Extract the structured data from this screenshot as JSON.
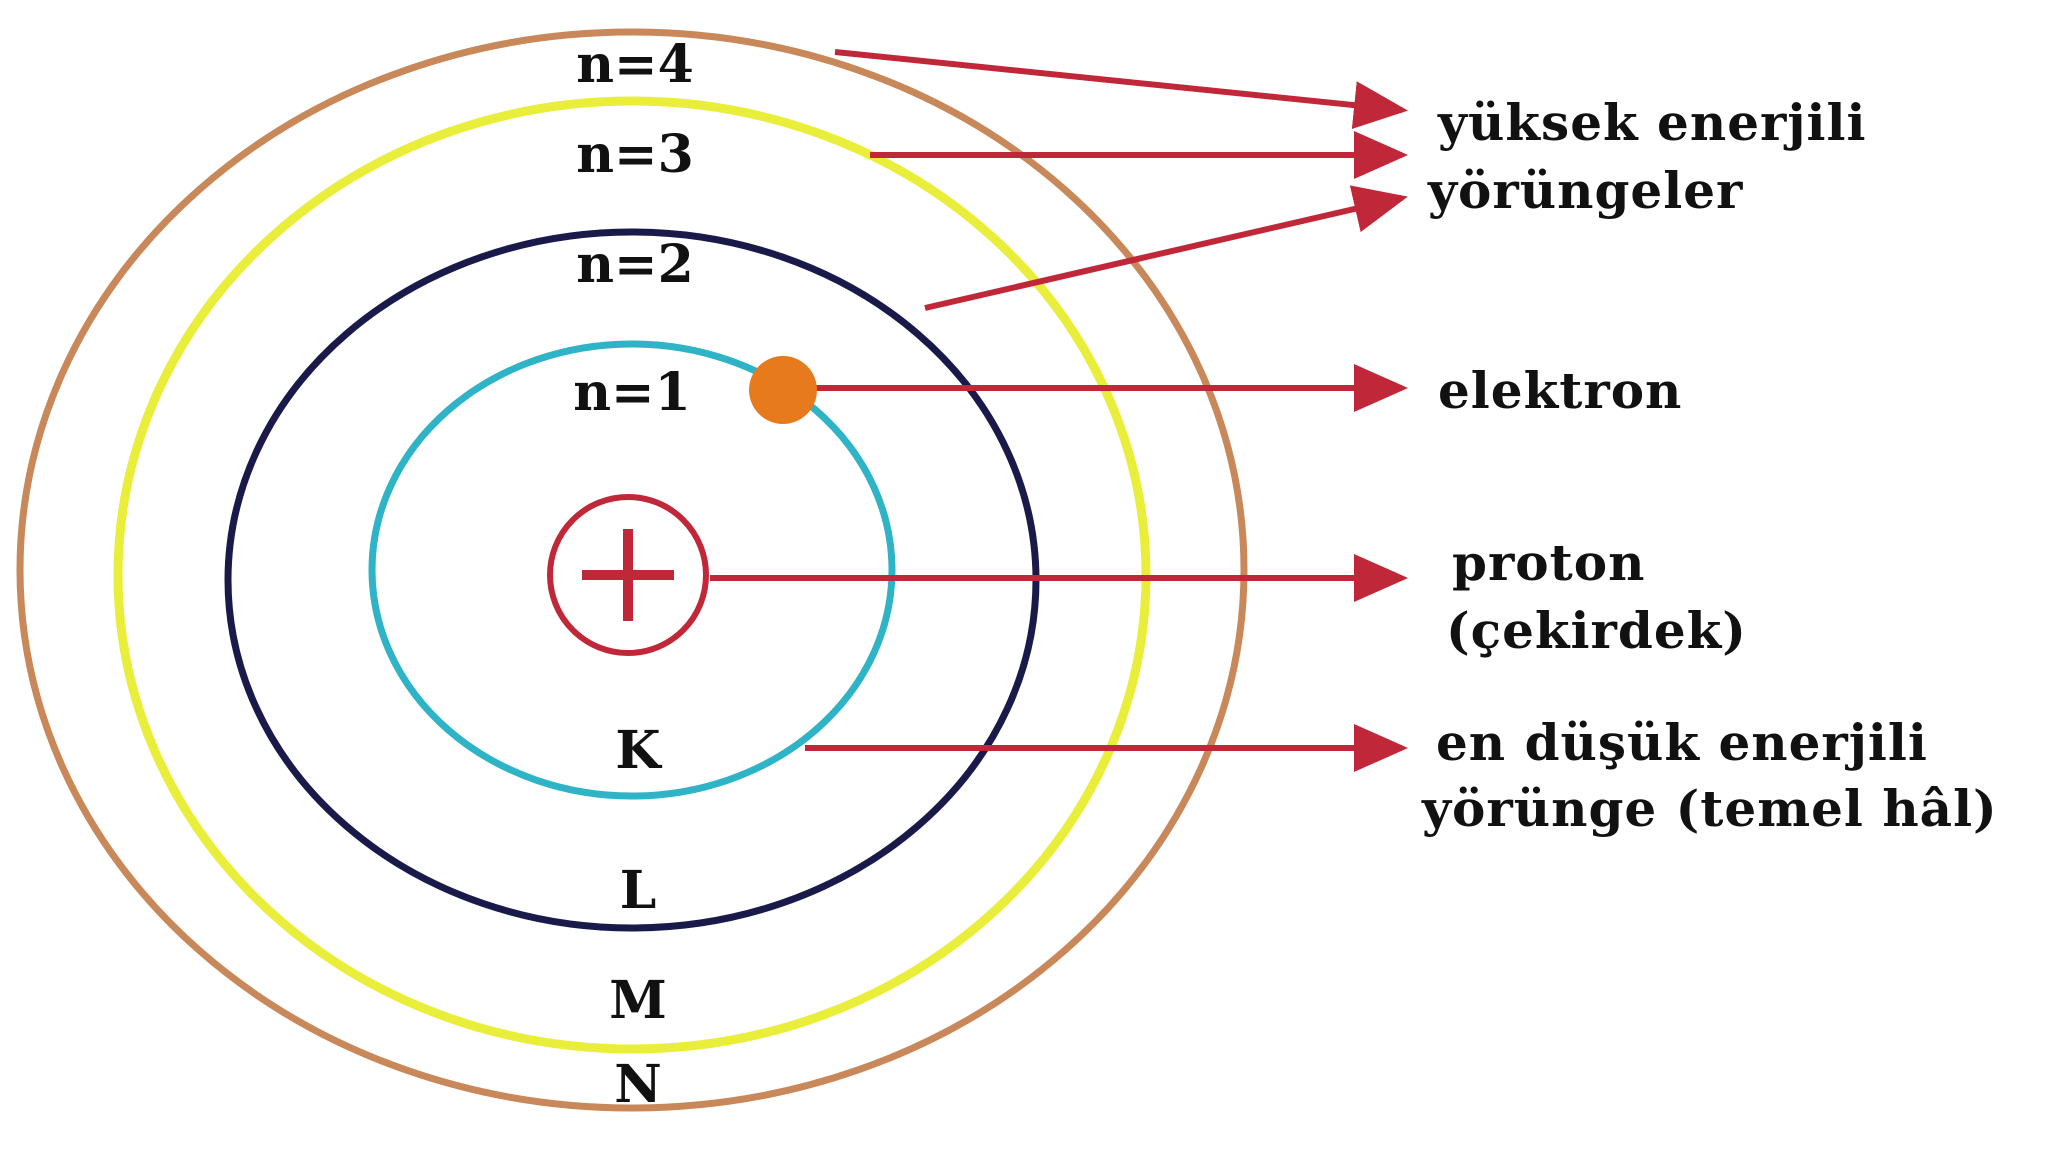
{
  "orbits": [
    {
      "level_label": "n=1",
      "shell_letter": "K",
      "color": "#2fb3c6"
    },
    {
      "level_label": "n=2",
      "shell_letter": "L",
      "color": "#1a1a4a"
    },
    {
      "level_label": "n=3",
      "shell_letter": "M",
      "color": "#e9ee3a"
    },
    {
      "level_label": "n=4",
      "shell_letter": "N",
      "color": "#c8885a"
    }
  ],
  "labels": {
    "high_energy_line1": "yüksek enerjili",
    "high_energy_line2": "yörüngeler",
    "electron": "elektron",
    "proton_line1": "proton",
    "proton_line2": "(çekirdek)",
    "ground_line1": "en düşük enerjili",
    "ground_line2": "yörünge (temel hâl)"
  },
  "colors": {
    "arrow": "#c0283a",
    "electron": "#e87a1e",
    "nucleus": "#c0283a"
  },
  "icons": {
    "nucleus": "plus-in-circle",
    "electron": "filled-circle"
  }
}
